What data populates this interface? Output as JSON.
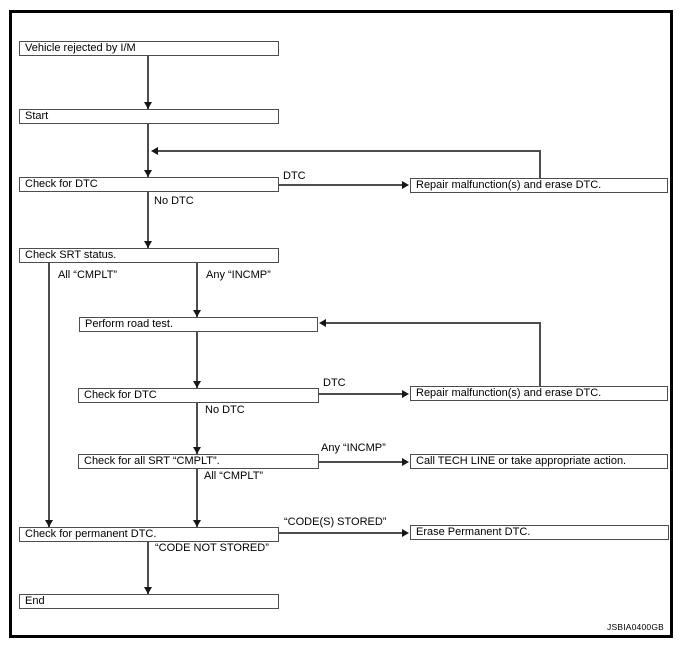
{
  "diagram": {
    "type": "flowchart",
    "figure_id": "JSBIA0400GB",
    "colors": {
      "background": "#ffffff",
      "frame_border": "#000000",
      "box_border": "#4d4d4d",
      "connector": "#4d4d4d",
      "text": "#000000"
    },
    "nodes": {
      "vehicle_rejected": {
        "label": "Vehicle rejected by I/M"
      },
      "start": {
        "label": "Start"
      },
      "check_dtc_1": {
        "label": "Check for DTC"
      },
      "repair_1": {
        "label": "Repair malfunction(s) and erase DTC."
      },
      "check_srt": {
        "label": "Check SRT status."
      },
      "road_test": {
        "label": "Perform road test."
      },
      "check_dtc_2": {
        "label": "Check for DTC"
      },
      "repair_2": {
        "label": "Repair malfunction(s) and erase DTC."
      },
      "check_all_srt": {
        "label": "Check for all SRT “CMPLT”."
      },
      "call_tech_line": {
        "label": "Call TECH LINE or take appropriate action."
      },
      "check_perm_dtc": {
        "label": "Check for permanent DTC."
      },
      "erase_perm_dtc": {
        "label": "Erase Permanent DTC."
      },
      "end": {
        "label": "End"
      }
    },
    "edges": [
      {
        "from": "vehicle_rejected",
        "to": "start",
        "label": ""
      },
      {
        "from": "start",
        "to": "check_dtc_1",
        "label": ""
      },
      {
        "from": "check_dtc_1",
        "to": "repair_1",
        "label": "DTC"
      },
      {
        "from": "repair_1",
        "to": "check_dtc_1",
        "label": ""
      },
      {
        "from": "check_dtc_1",
        "to": "check_srt",
        "label": "No DTC"
      },
      {
        "from": "check_srt",
        "to": "check_perm_dtc",
        "label": "All “CMPLT”"
      },
      {
        "from": "check_srt",
        "to": "road_test",
        "label": "Any “INCMP”"
      },
      {
        "from": "road_test",
        "to": "check_dtc_2",
        "label": ""
      },
      {
        "from": "check_dtc_2",
        "to": "repair_2",
        "label": "DTC"
      },
      {
        "from": "repair_2",
        "to": "road_test",
        "label": ""
      },
      {
        "from": "check_dtc_2",
        "to": "check_all_srt",
        "label": "No DTC"
      },
      {
        "from": "check_all_srt",
        "to": "call_tech_line",
        "label": "Any “INCMP”"
      },
      {
        "from": "check_all_srt",
        "to": "check_perm_dtc",
        "label": "All “CMPLT”"
      },
      {
        "from": "check_perm_dtc",
        "to": "erase_perm_dtc",
        "label": "“CODE(S) STORED”"
      },
      {
        "from": "check_perm_dtc",
        "to": "end",
        "label": "“CODE NOT STORED”"
      }
    ]
  }
}
